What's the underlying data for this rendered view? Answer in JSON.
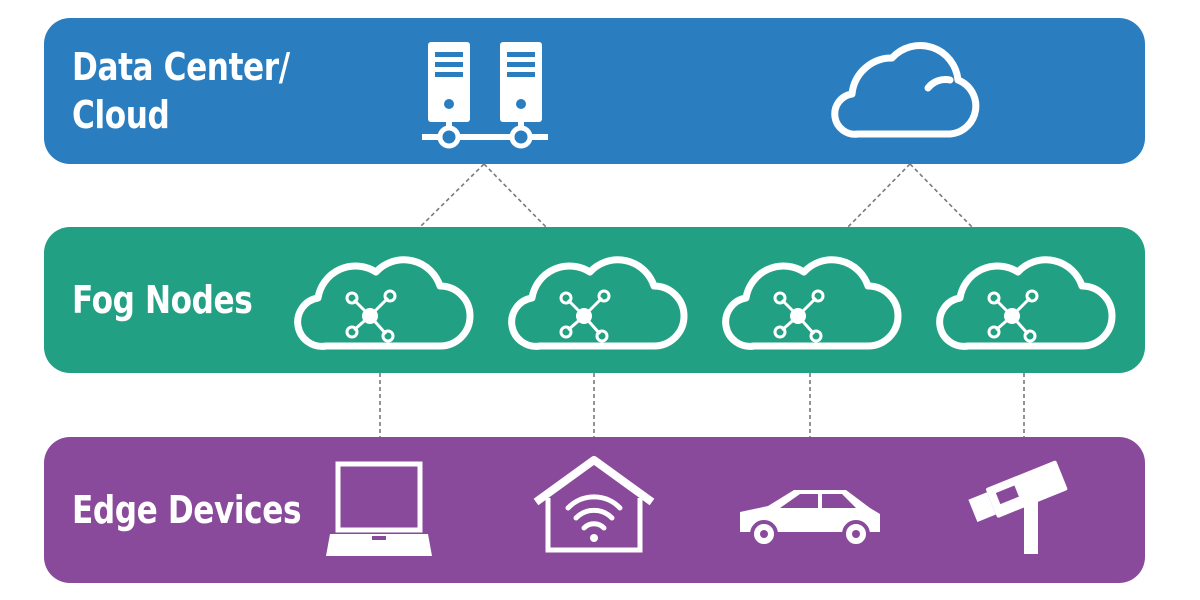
{
  "layers": {
    "cloud": {
      "label_line1": "Data Center/",
      "label_line2": "Cloud",
      "color": "#2a7ebf"
    },
    "fog": {
      "label": "Fog Nodes",
      "color": "#22a083"
    },
    "edge": {
      "label": "Edge Devices",
      "color": "#8a4a9b"
    }
  },
  "icons": {
    "cloud_layer": [
      "server-rack-icon",
      "cloud-icon"
    ],
    "fog_layer": [
      "fog-node-icon",
      "fog-node-icon",
      "fog-node-icon",
      "fog-node-icon"
    ],
    "edge_layer": [
      "laptop-icon",
      "smart-home-wifi-icon",
      "car-icon",
      "security-camera-icon"
    ]
  },
  "connector_color": "#7a7a7a"
}
